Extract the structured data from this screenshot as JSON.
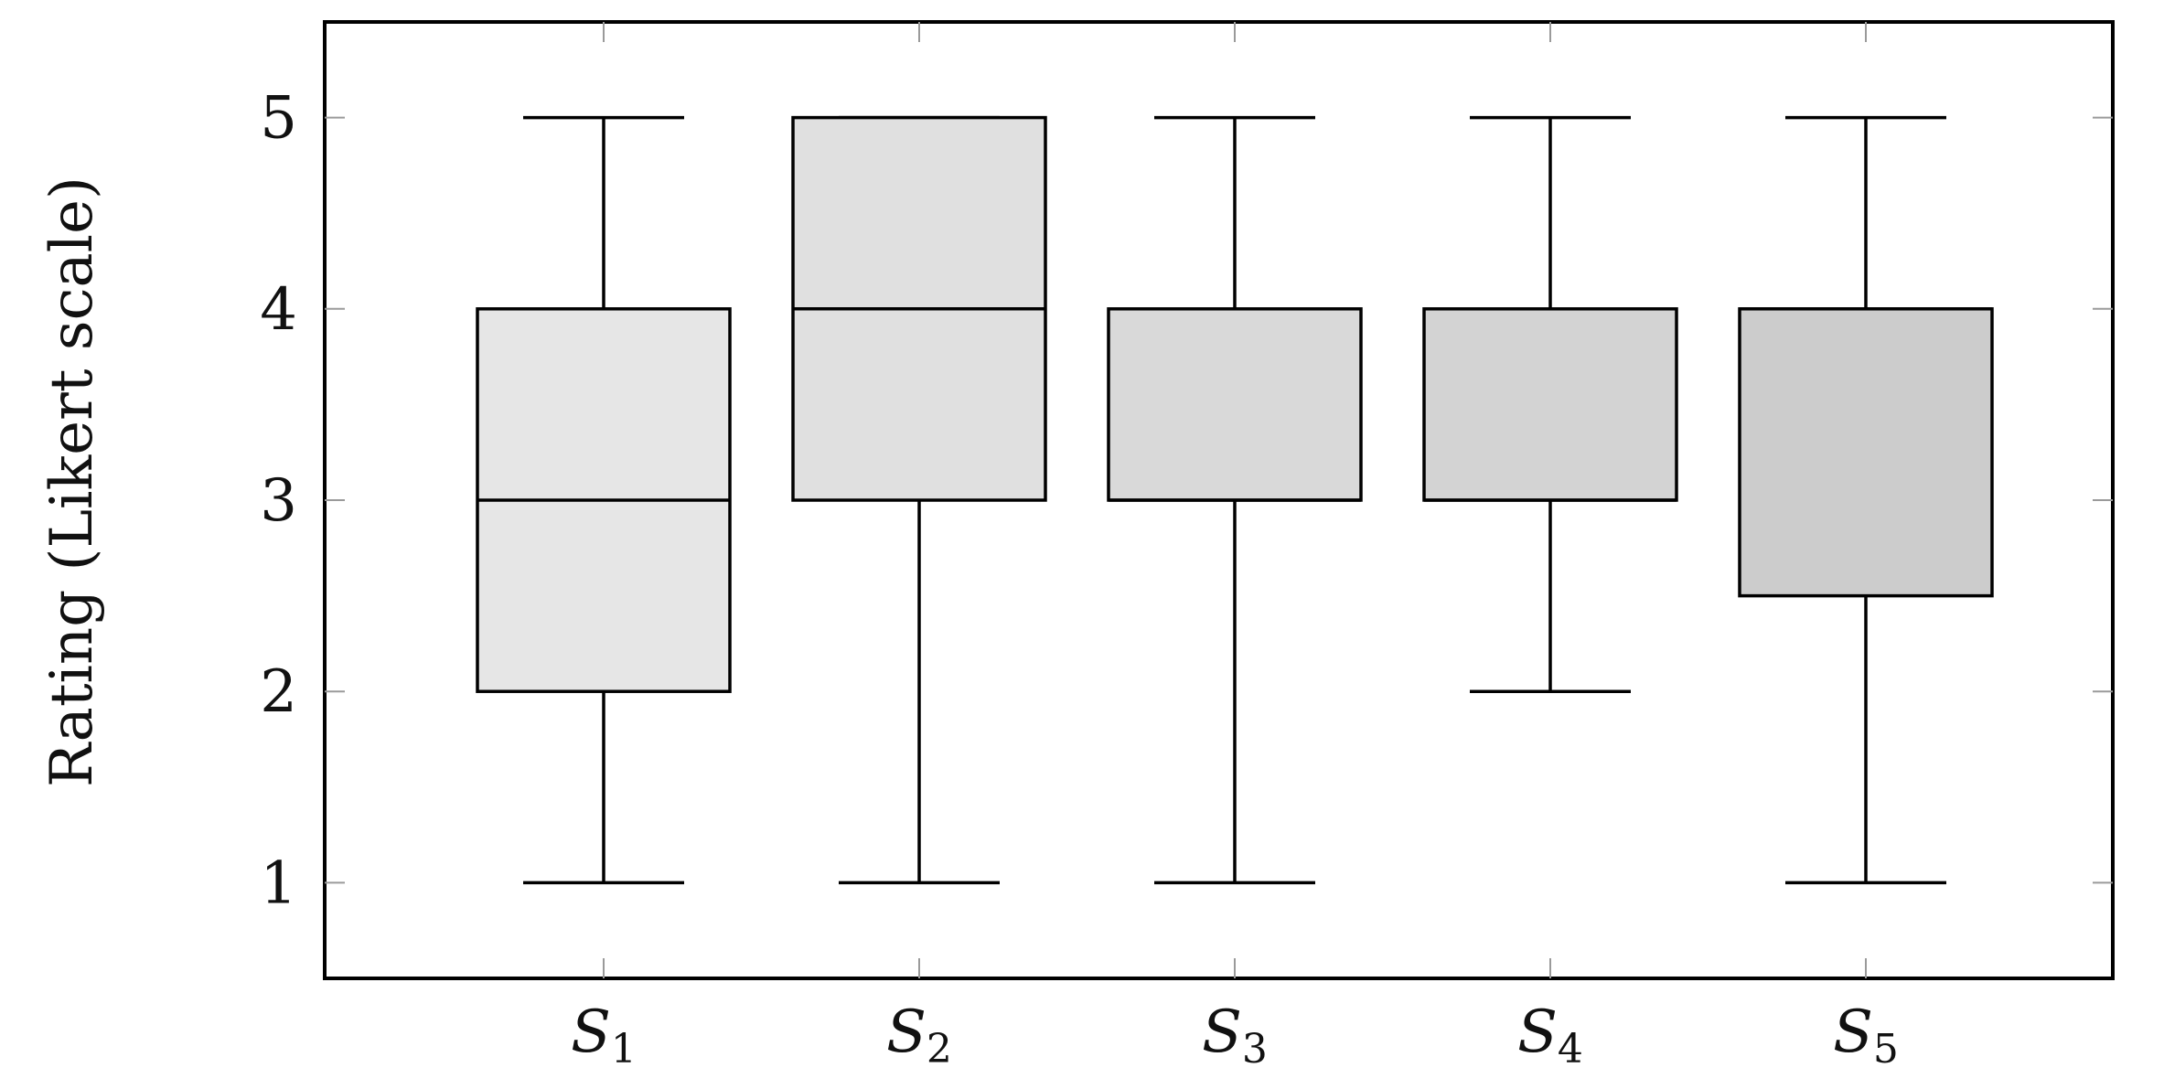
{
  "chart_data": {
    "type": "boxplot",
    "ylabel": "Rating (Likert scale)",
    "xlabel": "",
    "ylim": [
      0.5,
      5.5
    ],
    "yticks": [
      "1",
      "2",
      "3",
      "4",
      "5"
    ],
    "grid": false,
    "categories": [
      {
        "main": "S",
        "sub": "1"
      },
      {
        "main": "S",
        "sub": "2"
      },
      {
        "main": "S",
        "sub": "3"
      },
      {
        "main": "S",
        "sub": "4"
      },
      {
        "main": "S",
        "sub": "5"
      }
    ],
    "boxes": [
      {
        "whisker_low": 1,
        "q1": 2,
        "median": 3,
        "q3": 4,
        "whisker_high": 5,
        "color": "#e6e6e6"
      },
      {
        "whisker_low": 1,
        "q1": 3,
        "median": 4,
        "q3": 5,
        "whisker_high": 5,
        "color": "#e0e0e0"
      },
      {
        "whisker_low": 1,
        "q1": 3,
        "median": 3,
        "q3": 4,
        "whisker_high": 5,
        "color": "#d9d9d9"
      },
      {
        "whisker_low": 2,
        "q1": 3,
        "median": 3,
        "q3": 4,
        "whisker_high": 5,
        "color": "#d3d3d3"
      },
      {
        "whisker_low": 1,
        "q1": 2.5,
        "median": 4,
        "q3": 4,
        "whisker_high": 5,
        "color": "#cccccc"
      }
    ],
    "colors": {
      "stroke": "#000000",
      "tick": "#9a9a9a"
    }
  }
}
